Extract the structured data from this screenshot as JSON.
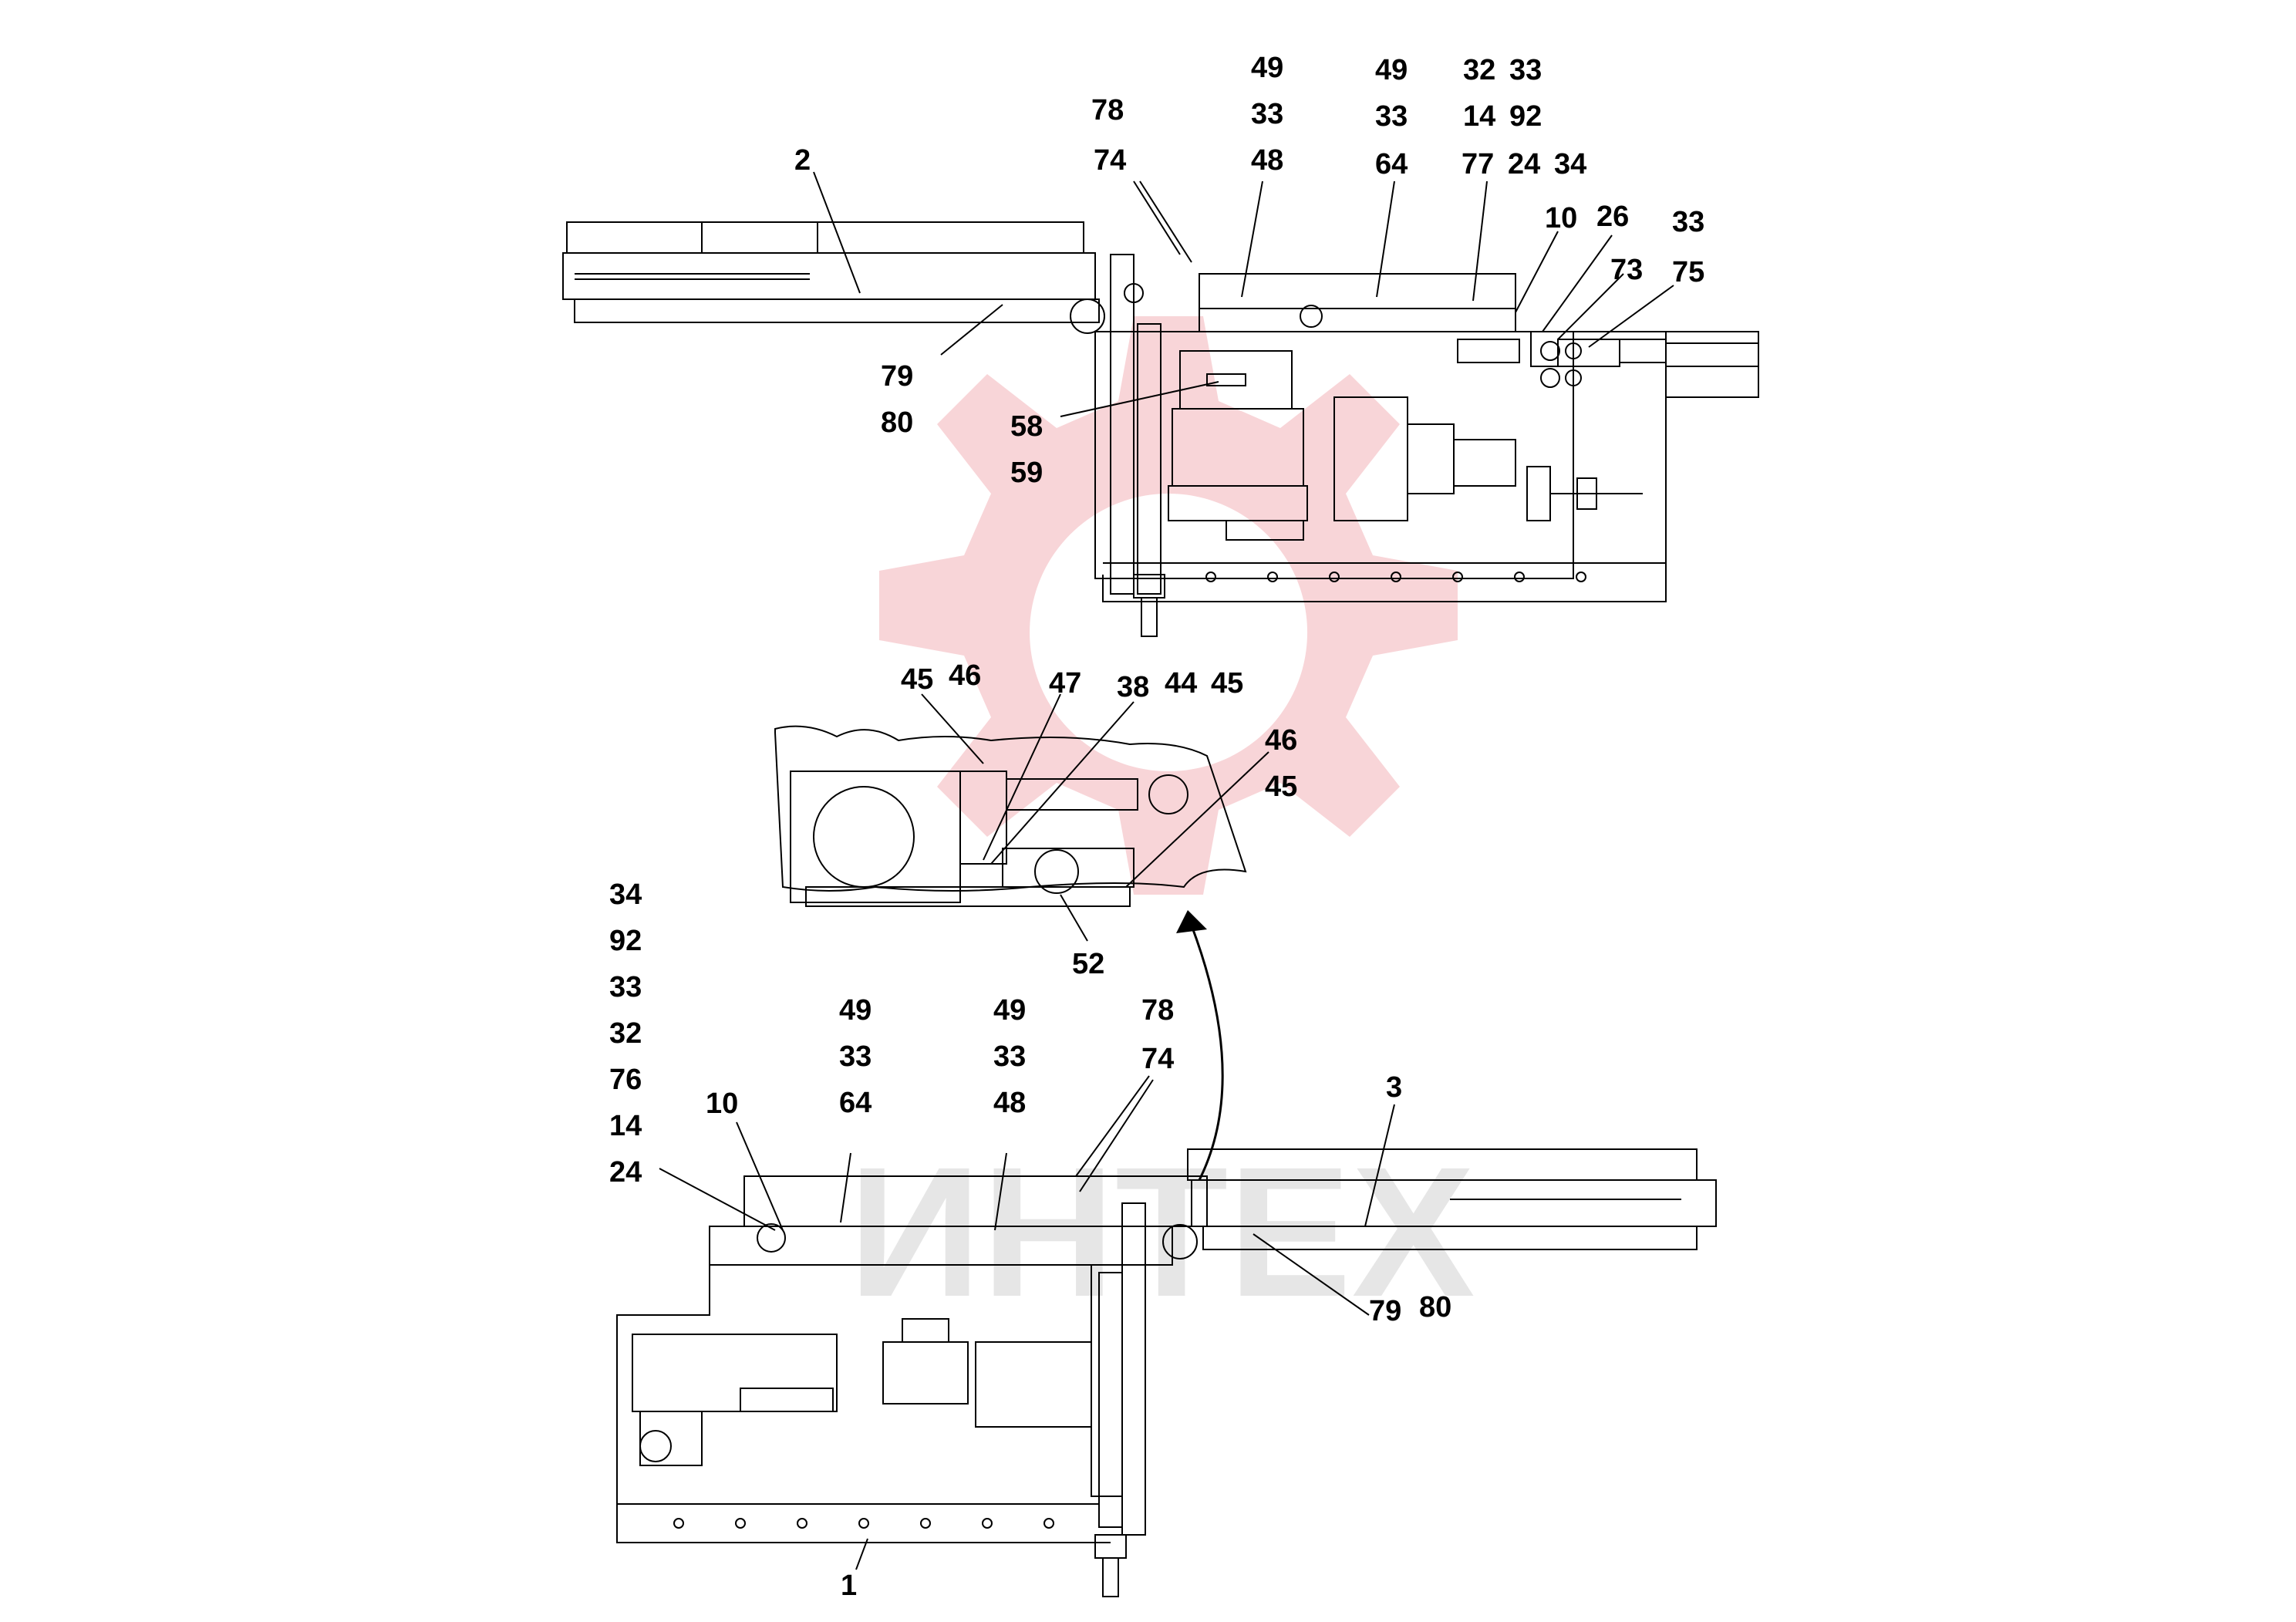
{
  "colors": {
    "line": "#000000",
    "watermark": "#f2b3b8",
    "watermark_text": "#d6d6d6",
    "background": "#ffffff"
  },
  "watermark": {
    "text": "ИНТЕХ"
  },
  "top_view": {
    "labels": {
      "l2": "2",
      "l78": "78",
      "l74": "74",
      "c1a": "49",
      "c1b": "33",
      "c1c": "48",
      "c2a": "49",
      "c2b": "33",
      "c2c": "64",
      "c3a": "32",
      "c3b": "14",
      "c3c": "77",
      "c4a": "33",
      "c4b": "92",
      "c4c": "24",
      "c4d": "34",
      "l10": "10",
      "l26": "26",
      "l73": "73",
      "l33r": "33",
      "l75": "75",
      "l79": "79",
      "l80": "80",
      "l58": "58",
      "l59": "59"
    }
  },
  "detail": {
    "labels": {
      "l45a": "45",
      "l46a": "46",
      "l47": "47",
      "l38": "38",
      "l44": "44",
      "l45b": "45",
      "l46b": "46",
      "l45c": "45",
      "l52": "52"
    }
  },
  "bottom_view": {
    "labels": {
      "s1": "34",
      "s2": "92",
      "s3": "33",
      "s4": "32",
      "s5": "76",
      "s6": "14",
      "s7": "24",
      "l10": "10",
      "c1a": "49",
      "c1b": "33",
      "c1c": "64",
      "c2a": "49",
      "c2b": "33",
      "c2c": "48",
      "l78": "78",
      "l74": "74",
      "l3": "3",
      "l79": "79",
      "l80": "80",
      "l1": "1"
    }
  }
}
